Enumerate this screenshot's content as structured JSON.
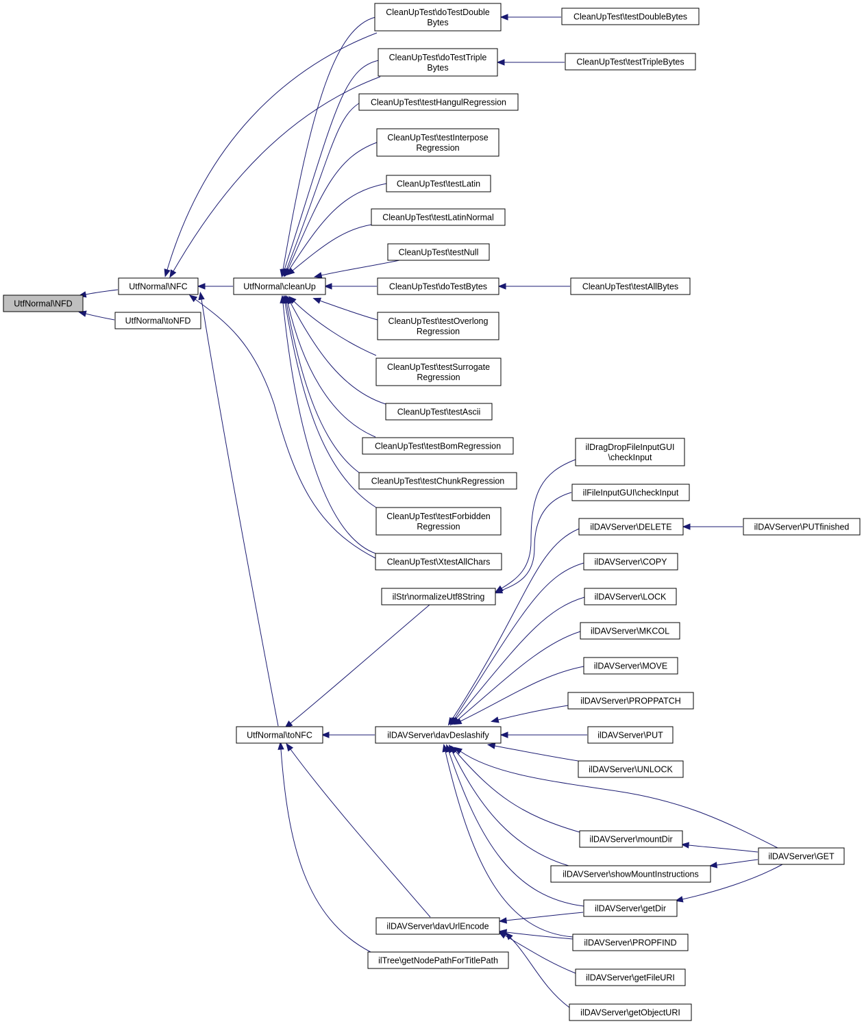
{
  "colors": {
    "edge": "#191970",
    "node_border": "#000000",
    "node_fill": "#ffffff",
    "root_fill": "#bfbfbf"
  },
  "nodes": {
    "nfd": "Utf­Normal\\NFD",
    "nfc": "UtfNormal\\NFC",
    "toNFD": "UtfNormal\\toNFD",
    "cleanUp": "UtfNormal\\cleanUp",
    "toNFC": "UtfNormal\\toNFC",
    "doTestDoubleBytes": [
      "CleanUpTest\\doTestDouble",
      "Bytes"
    ],
    "testDoubleBytes": "CleanUpTest\\testDoubleBytes",
    "doTestTripleBytes": [
      "CleanUpTest\\doTestTriple",
      "Bytes"
    ],
    "testTripleBytes": "CleanUpTest\\testTripleBytes",
    "testHangulRegression": "CleanUpTest\\testHangulRegression",
    "testInterposeRegression": [
      "CleanUpTest\\testInterpose",
      "Regression"
    ],
    "testLatin": "CleanUpTest\\testLatin",
    "testLatinNormal": "CleanUpTest\\testLatinNormal",
    "testNull": "CleanUpTest\\testNull",
    "doTestBytes": "CleanUpTest\\doTestBytes",
    "testAllBytes": "CleanUpTest\\testAllBytes",
    "testOverlongRegression": [
      "CleanUpTest\\testOverlong",
      "Regression"
    ],
    "testSurrogateRegression": [
      "CleanUpTest\\testSurrogate",
      "Regression"
    ],
    "testAscii": "CleanUpTest\\testAscii",
    "testBomRegression": "CleanUpTest\\testBomRegression",
    "testChunkRegression": "CleanUpTest\\testChunkRegression",
    "testForbiddenRegression": [
      "CleanUpTest\\testForbidden",
      "Regression"
    ],
    "xtestAllChars": "CleanUpTest\\XtestAllChars",
    "normalizeUtf8String": "ilStr\\normalizeUtf8String",
    "dragDropCheckInput": [
      "ilDragDropFileInputGUI",
      "\\checkInput"
    ],
    "fileInputCheckInput": "ilFileInputGUI\\checkInput",
    "davDelete": "ilDAVServer\\DELETE",
    "putFinished": "ilDAVServer\\PUTfinished",
    "davCopy": "ilDAVServer\\COPY",
    "davLock": "ilDAVServer\\LOCK",
    "davMkcol": "ilDAVServer\\MKCOL",
    "davMove": "ilDAVServer\\MOVE",
    "davProppatch": "ilDAVServer\\PROPPATCH",
    "davPut": "ilDAVServer\\PUT",
    "davUnlock": "ilDAVServer\\UNLOCK",
    "davDeslashify": "ilDAVServer\\davDeslashify",
    "mountDir": "ilDAVServer\\mountDir",
    "davGet": "ilDAVServer\\GET",
    "showMountInstructions": "ilDAVServer\\showMountInstructions",
    "getDir": "ilDAVServer\\getDir",
    "davUrlEncode": "ilDAVServer\\davUrlEncode",
    "propfind": "ilDAVServer\\PROPFIND",
    "getNodePathForTitlePath": "ilTree\\getNodePathForTitlePath",
    "getFileURI": "ilDAVServer\\getFileURI",
    "getObjectURI": "ilDAVServer\\getObjectURI"
  }
}
